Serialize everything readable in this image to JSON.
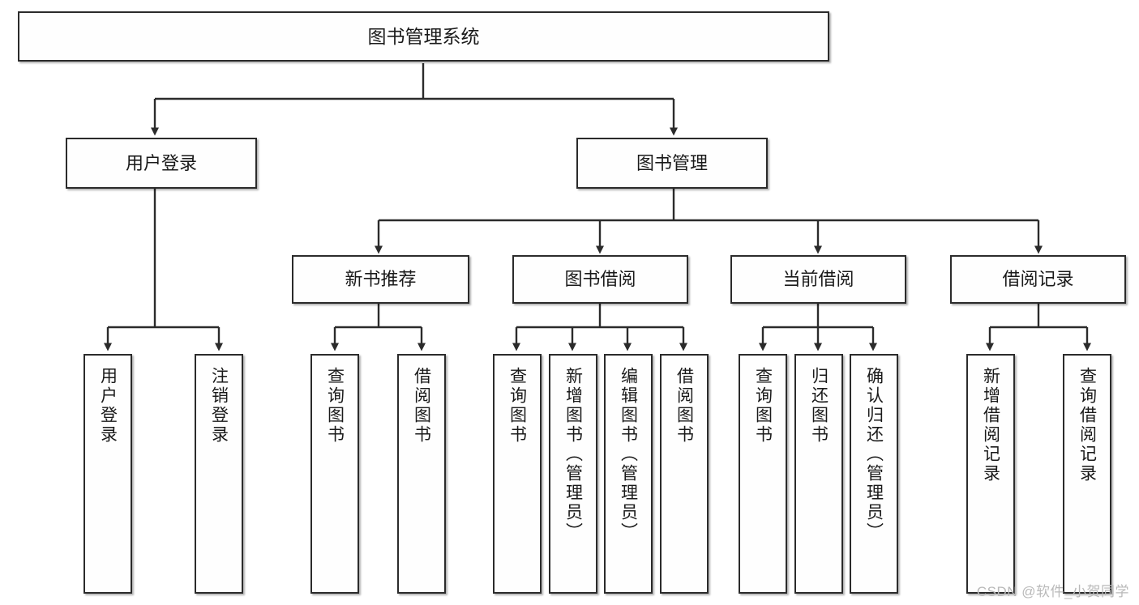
{
  "diagram": {
    "title": "图书管理系统",
    "type": "tree",
    "watermark": "CSDN @软件_小贺同学",
    "colors": {
      "box_border": "#2b2b2b",
      "box_fill": "#fefefe",
      "connector": "#2b2b2b",
      "text": "#1a1a1a",
      "watermark": "#b9b9b9"
    },
    "root": {
      "label": "图书管理系统"
    },
    "level2": [
      {
        "label": "用户登录"
      },
      {
        "label": "图书管理"
      }
    ],
    "level3": [
      {
        "label": "新书推荐"
      },
      {
        "label": "图书借阅"
      },
      {
        "label": "当前借阅"
      },
      {
        "label": "借阅记录"
      }
    ],
    "leaves": {
      "user_login": [
        {
          "label": "用户登录"
        },
        {
          "label": "注销登录"
        }
      ],
      "new_book_recommend": [
        {
          "label": "查询图书"
        },
        {
          "label": "借阅图书"
        }
      ],
      "book_borrow": [
        {
          "label": "查询图书"
        },
        {
          "label": "新增图书（管理员）"
        },
        {
          "label": "编辑图书（管理员）"
        },
        {
          "label": "借阅图书"
        }
      ],
      "current_borrow": [
        {
          "label": "查询图书"
        },
        {
          "label": "归还图书"
        },
        {
          "label": "确认归还（管理员）"
        }
      ],
      "borrow_record": [
        {
          "label": "新增借阅记录"
        },
        {
          "label": "查询借阅记录"
        }
      ]
    }
  }
}
